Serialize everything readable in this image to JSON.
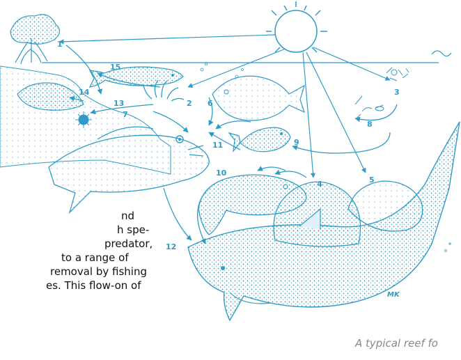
{
  "diagram": {
    "labels": [
      "1",
      "2",
      "3",
      "4",
      "5",
      "6",
      "7",
      "8",
      "9",
      "10",
      "11",
      "12",
      "13",
      "14",
      "15"
    ],
    "signature": "MK"
  },
  "body_text_lines": [
    "nd",
    "h  spe-",
    "  predator,",
    " to  a  range  of",
    "removal by fishing",
    "es. This flow-on of"
  ],
  "caption": "A  typical reef fo",
  "colors": {
    "ink": "#2f9bc6",
    "fill_light": "#dff2fa",
    "caption": "#888888"
  }
}
